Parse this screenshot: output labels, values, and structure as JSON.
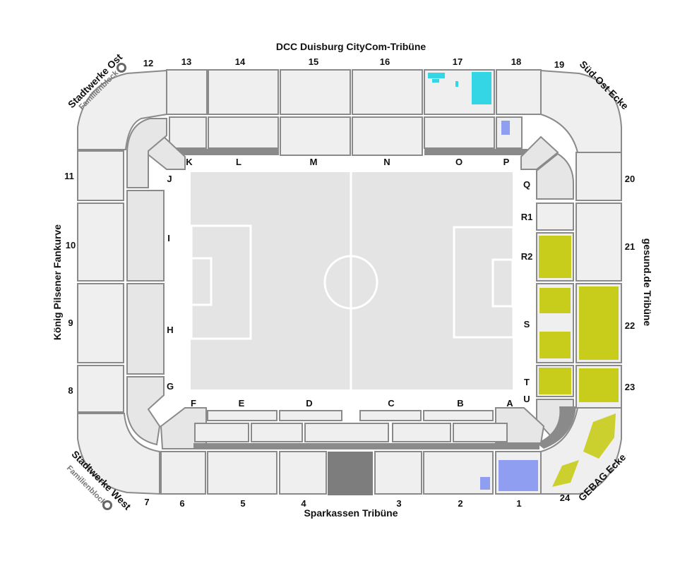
{
  "stands": {
    "north": "DCC Duisburg CityCom-Tribüne",
    "south": "Sparkassen Tribüne",
    "west": "König Pilsener Fankurve",
    "east": "gesund.de Tribüne",
    "corner_nw": "Stadtwerke Ost",
    "corner_sw": "Stadtwerke West",
    "corner_ne": "Süd-Ost Ecke",
    "corner_se": "GEBAG Ecke",
    "familienblock": "Familienblock"
  },
  "upper_blocks": {
    "b1": "1",
    "b2": "2",
    "b3": "3",
    "b4": "4",
    "b5": "5",
    "b6": "6",
    "b7": "7",
    "b8": "8",
    "b9": "9",
    "b10": "10",
    "b11": "11",
    "b12": "12",
    "b13": "13",
    "b14": "14",
    "b15": "15",
    "b16": "16",
    "b17": "17",
    "b18": "18",
    "b19": "19",
    "b20": "20",
    "b21": "21",
    "b22": "22",
    "b23": "23",
    "b24": "24"
  },
  "lower_blocks": {
    "A": "A",
    "B": "B",
    "C": "C",
    "D": "D",
    "E": "E",
    "F": "F",
    "G": "G",
    "H": "H",
    "I": "I",
    "J": "J",
    "K": "K",
    "L": "L",
    "M": "M",
    "N": "N",
    "O": "O",
    "P": "P",
    "Q": "Q",
    "R1": "R1",
    "R2": "R2",
    "S": "S",
    "T": "T",
    "U": "U"
  },
  "colors": {
    "available_cyan": "#34d6e6",
    "available_blue": "#8f9ef0",
    "available_yellow": "#c8cc1a",
    "block_fill": "#efefef",
    "outline": "#8a8a8a",
    "pitch": "#e4e4e4"
  }
}
